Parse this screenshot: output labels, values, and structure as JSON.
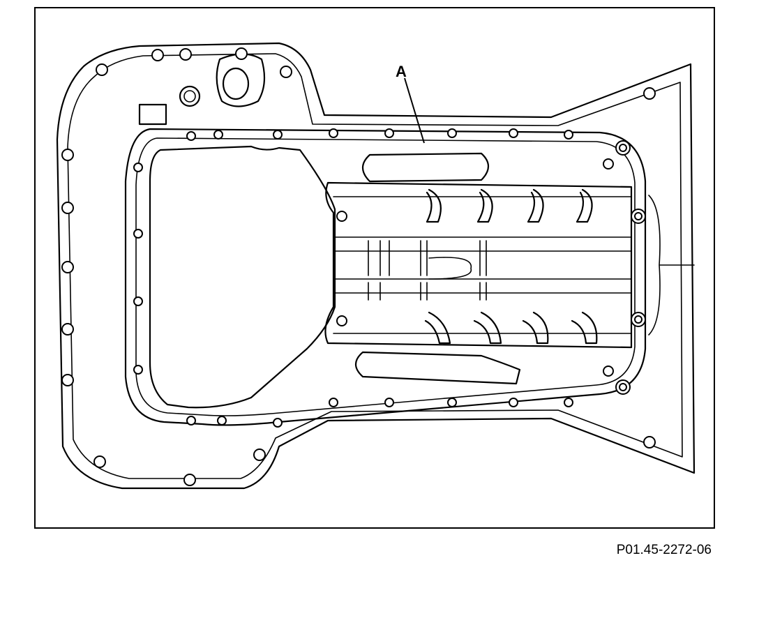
{
  "diagram": {
    "callouts": [
      {
        "id": "A",
        "label": "A"
      }
    ]
  },
  "figure_id": "P01.45-2272-06"
}
